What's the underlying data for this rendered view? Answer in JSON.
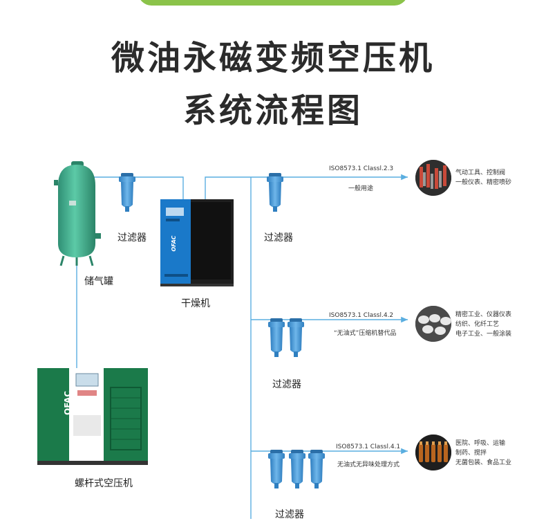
{
  "title": {
    "line1": "微油永磁变频空压机",
    "line2": "系统流程图"
  },
  "nodes": {
    "tank": "储气罐",
    "filter_top": "过滤器",
    "dryer": "干燥机",
    "compressor": "螺杆式空压机",
    "filter_branch1": "过滤器",
    "filter_branch2": "过滤器",
    "filter_branch3": "过滤器",
    "dryer_brand": "OFAC",
    "compressor_brand": "OFAC"
  },
  "branches": [
    {
      "iso": "ISO8573.1 Classl.2.3",
      "sub": "一般用途",
      "uses": [
        "气动工具、控制阀",
        "一般仪表、精密喷砂"
      ]
    },
    {
      "iso": "ISO8573.1 Classl.4.2",
      "sub": "“无油式”压缩机替代品",
      "uses": [
        "精密工业、仪器仪表",
        "纺织、化纤工艺",
        "电子工业、一般涂装"
      ]
    },
    {
      "iso": "ISO8573.1 Classl.4.1",
      "sub": "无油式无异味处理方式",
      "uses": [
        "医院、呼吸、运输",
        "制药、搅拌",
        "无菌包装、食品工业"
      ]
    }
  ],
  "colors": {
    "accent": "#8bc34a",
    "line": "#5aaee0",
    "filter": "#3c8fd0",
    "tank": "#3fae8f",
    "compressor": "#1f8f57",
    "dryer": "#1a79c9"
  }
}
